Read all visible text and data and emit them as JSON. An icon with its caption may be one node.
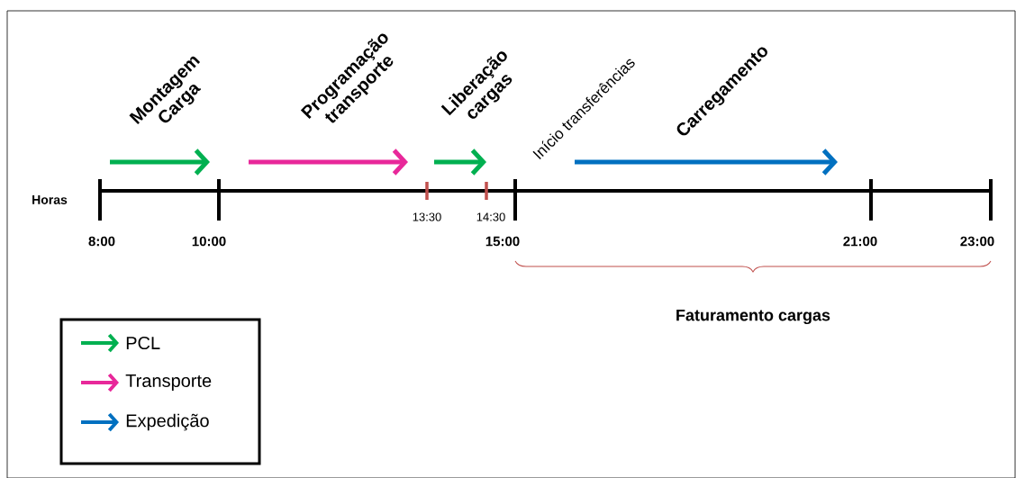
{
  "diagram": {
    "labels": [
      "Montagem Carga",
      "Programação transporte",
      "Liberação cargas",
      "Início transferências",
      "Carregamento",
      "Horas",
      "13:30",
      "14:30",
      "8:00",
      "10:00",
      "15:00",
      "21:00",
      "23:00",
      "Faturamento cargas"
    ],
    "legend": [
      {
        "text": "PCL"
      },
      {
        "text": "Transporte"
      },
      {
        "text": "Expedição"
      }
    ]
  }
}
